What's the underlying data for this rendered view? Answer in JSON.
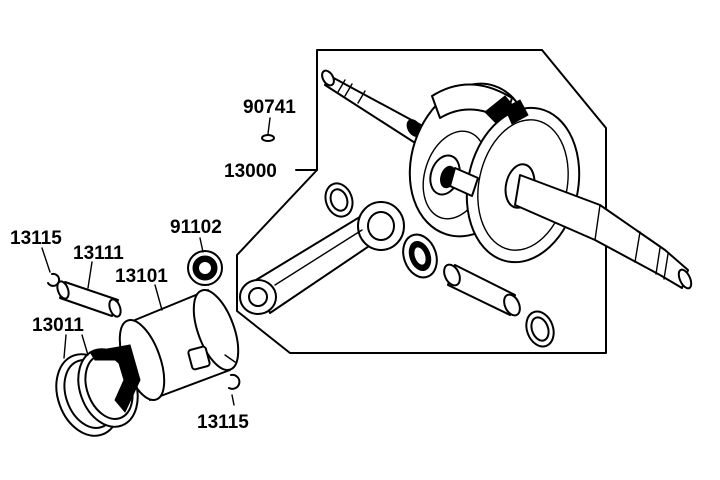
{
  "labels": {
    "retainer_key": "90741",
    "crankshaft": "13000",
    "bearing": "91102",
    "clip_top": "13115",
    "piston_pin": "13111",
    "piston": "13101",
    "ring_set": "13011",
    "clip_bottom": "13115"
  },
  "colors": {
    "line": "#000000",
    "background": "#ffffff"
  }
}
